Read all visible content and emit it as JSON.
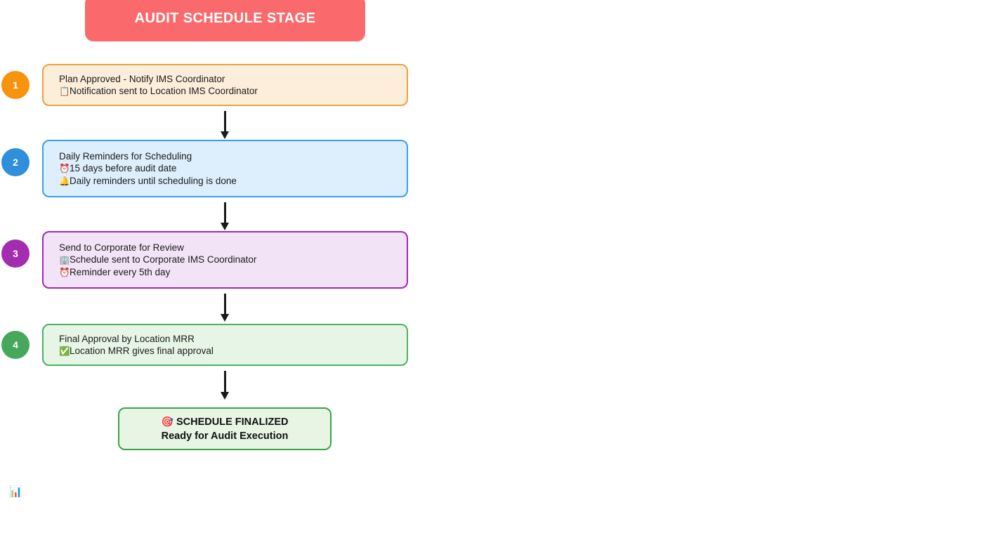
{
  "header": {
    "title": "AUDIT SCHEDULE STAGE",
    "background_color": "#fa6a6d",
    "text_color": "#ffffff"
  },
  "steps": [
    {
      "number": "1",
      "circle_color": "#f7930d",
      "box_fill": "#fdeedb",
      "box_border": "#e8a33d",
      "title": "Plan Approved - Notify IMS Coordinator",
      "details": [
        {
          "icon": "clipboard-icon",
          "glyph": "📋",
          "text": "Notification sent to Location IMS Coordinator"
        }
      ]
    },
    {
      "number": "2",
      "circle_color": "#2f8fdc",
      "box_fill": "#ddeefc",
      "box_border": "#36a0e8",
      "title": "Daily Reminders for Scheduling",
      "details": [
        {
          "icon": "alarm-clock-icon",
          "glyph": "⏰",
          "text": "15 days before audit date"
        },
        {
          "icon": "bell-icon",
          "glyph": "🔔",
          "text": "Daily reminders until scheduling is done"
        }
      ]
    },
    {
      "number": "3",
      "circle_color": "#a32cb0",
      "box_fill": "#f3e3f7",
      "box_border": "#a226b5",
      "title": "Send to Corporate for Review",
      "details": [
        {
          "icon": "office-building-icon",
          "glyph": "🏢",
          "text": "Schedule sent to Corporate IMS Coordinator"
        },
        {
          "icon": "alarm-clock-icon",
          "glyph": "⏰",
          "text": "Reminder every 5th day"
        }
      ]
    },
    {
      "number": "4",
      "circle_color": "#45a85b",
      "box_fill": "#e7f5e6",
      "box_border": "#4eb062",
      "title": "Final Approval by Location MRR",
      "details": [
        {
          "icon": "check-mark-box-icon",
          "glyph": "✅",
          "text": "Location MRR gives final approval"
        }
      ]
    }
  ],
  "final": {
    "icon": "dart-target-icon",
    "glyph": "🎯",
    "line1": "SCHEDULE FINALIZED",
    "line2": "Ready for Audit Execution",
    "fill": "#e8f5e4",
    "border": "#37a446"
  },
  "footer": {
    "icon": "bar-chart-icon",
    "glyph": "📊"
  }
}
